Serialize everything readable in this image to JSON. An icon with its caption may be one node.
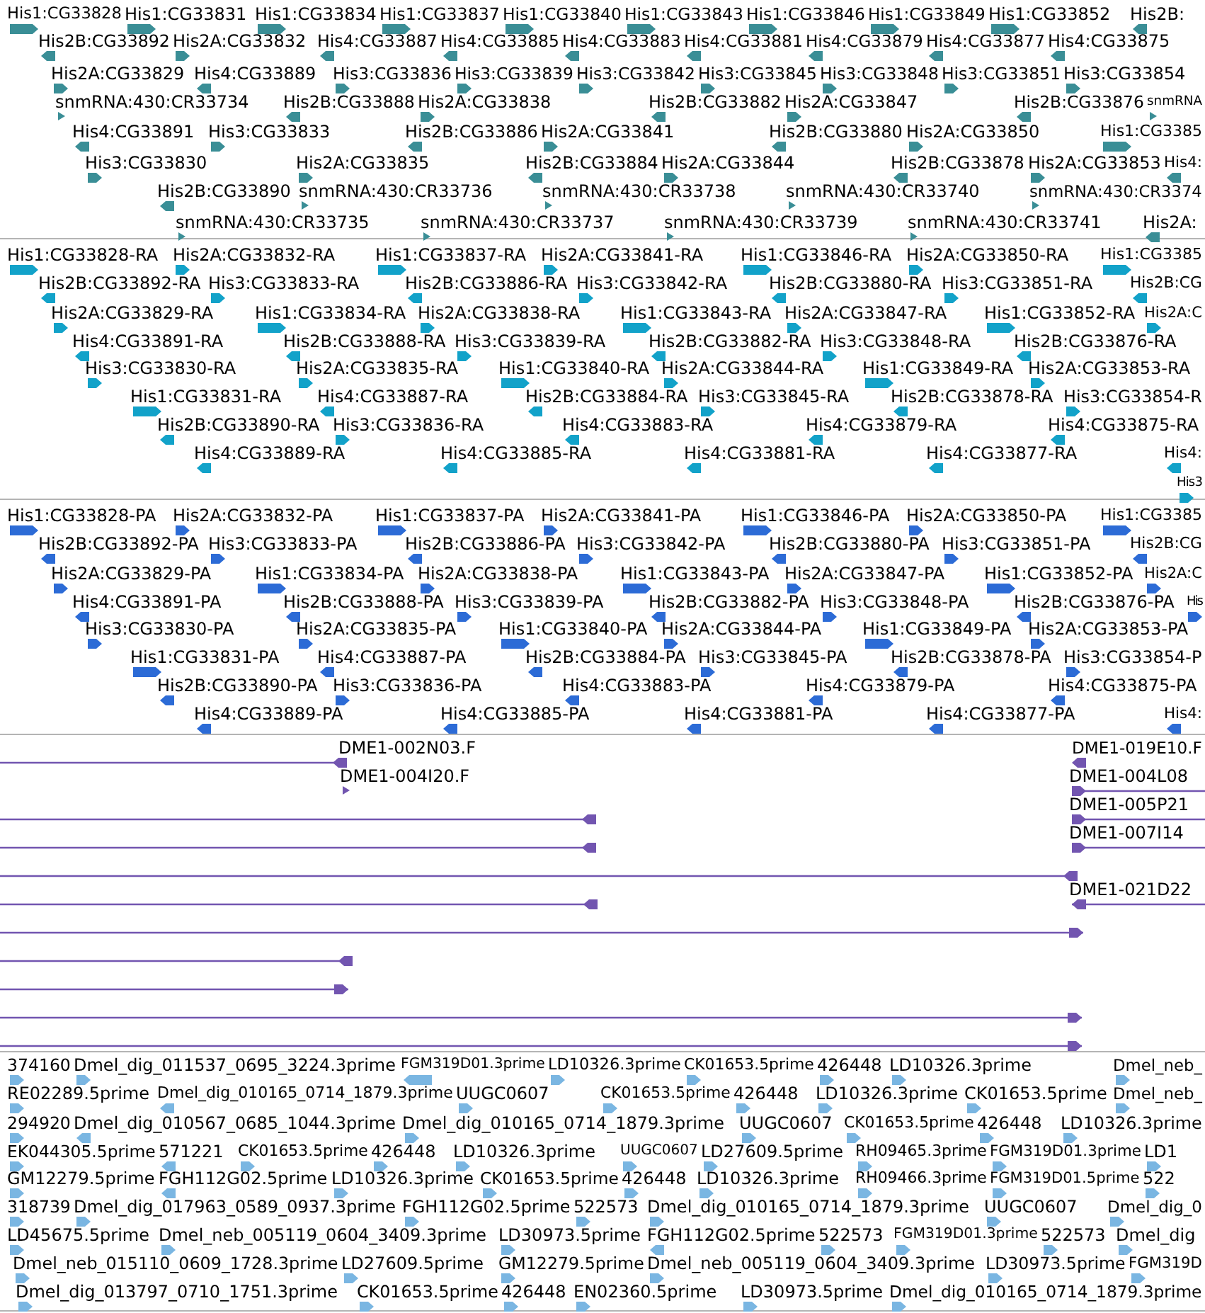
{
  "diagram": {
    "labels": [
      "His1:CG33828",
      "His1:CG33831",
      "His1:CG33834",
      "His1:CG33837",
      "His1:CG33840",
      "His1:CG33843",
      "His1:CG33846",
      "His1:CG33849",
      "His1:CG33852",
      "His2B:",
      "His2B:CG33892",
      "His2A:CG33832",
      "His4:CG33887",
      "His4:CG33885",
      "His4:CG33883",
      "His4:CG33881",
      "His4:CG33879",
      "His4:CG33877",
      "His4:CG33875",
      "His2A:CG33829",
      "His4:CG33889",
      "His3:CG33836",
      "His3:CG33839",
      "His3:CG33842",
      "His3:CG33845",
      "His3:CG33848",
      "His3:CG33851",
      "His3:CG33854",
      "snmRNA:430:CR33734",
      "His2B:CG33888",
      "His2A:CG33838",
      "His2B:CG33882",
      "His2A:CG33847",
      "His2B:CG33876",
      "snmRNA",
      "His4:CG33891",
      "His3:CG33833",
      "His2B:CG33886",
      "His2A:CG33841",
      "His2B:CG33880",
      "His2A:CG33850",
      "His1:CG3385",
      "His3:CG33830",
      "His2A:CG33835",
      "His2B:CG33884",
      "His2A:CG33844",
      "His2B:CG33878",
      "His2A:CG33853",
      "His4:",
      "His2B:CG33890",
      "snmRNA:430:CR33736",
      "snmRNA:430:CR33738",
      "snmRNA:430:CR33740",
      "snmRNA:430:CR3374",
      "snmRNA:430:CR33735",
      "snmRNA:430:CR33737",
      "snmRNA:430:CR33739",
      "snmRNA:430:CR33741",
      "His2A:",
      "His1:CG33828-RA",
      "His2A:CG33832-RA",
      "His1:CG33837-RA",
      "His2A:CG33841-RA",
      "His1:CG33846-RA",
      "His2A:CG33850-RA",
      "His1:CG3385",
      "His2B:CG33892-RA",
      "His3:CG33833-RA",
      "His2B:CG33886-RA",
      "His3:CG33842-RA",
      "His2B:CG33880-RA",
      "His3:CG33851-RA",
      "His2B:CG",
      "His2A:CG33829-RA",
      "His1:CG33834-RA",
      "His2A:CG33838-RA",
      "His1:CG33843-RA",
      "His2A:CG33847-RA",
      "His1:CG33852-RA",
      "His2A:C",
      "His4:CG33891-RA",
      "His2B:CG33888-RA",
      "His3:CG33839-RA",
      "His2B:CG33882-RA",
      "His3:CG33848-RA",
      "His2B:CG33876-RA",
      "His3:CG33830-RA",
      "His2A:CG33835-RA",
      "His1:CG33840-RA",
      "His2A:CG33844-RA",
      "His1:CG33849-RA",
      "His2A:CG33853-RA",
      "His1:CG33831-RA",
      "His4:CG33887-RA",
      "His2B:CG33884-RA",
      "His3:CG33845-RA",
      "His2B:CG33878-RA",
      "His3:CG33854-R",
      "His2B:CG33890-RA",
      "His3:CG33836-RA",
      "His4:CG33883-RA",
      "His4:CG33879-RA",
      "His4:CG33875-RA",
      "His4:CG33889-RA",
      "His4:CG33885-RA",
      "His4:CG33881-RA",
      "His4:CG33877-RA",
      "His4:",
      "His3",
      "His1:CG33828-PA",
      "His2A:CG33832-PA",
      "His1:CG33837-PA",
      "His2A:CG33841-PA",
      "His1:CG33846-PA",
      "His2A:CG33850-PA",
      "His1:CG3385",
      "His2B:CG33892-PA",
      "His3:CG33833-PA",
      "His2B:CG33886-PA",
      "His3:CG33842-PA",
      "His2B:CG33880-PA",
      "His3:CG33851-PA",
      "His2B:CG",
      "His2A:CG33829-PA",
      "His1:CG33834-PA",
      "His2A:CG33838-PA",
      "His1:CG33843-PA",
      "His2A:CG33847-PA",
      "His1:CG33852-PA",
      "His2A:C",
      "His4:CG33891-PA",
      "His2B:CG33888-PA",
      "His3:CG33839-PA",
      "His2B:CG33882-PA",
      "His3:CG33848-PA",
      "His2B:CG33876-PA",
      "His",
      "His3:CG33830-PA",
      "His2A:CG33835-PA",
      "His1:CG33840-PA",
      "His2A:CG33844-PA",
      "His1:CG33849-PA",
      "His2A:CG33853-PA",
      "His1:CG33831-PA",
      "His4:CG33887-PA",
      "His2B:CG33884-PA",
      "His3:CG33845-PA",
      "His2B:CG33878-PA",
      "His3:CG33854-P",
      "His2B:CG33890-PA",
      "His3:CG33836-PA",
      "His4:CG33883-PA",
      "His4:CG33879-PA",
      "His4:CG33875-PA",
      "His4:CG33889-PA",
      "His4:CG33885-PA",
      "His4:CG33881-PA",
      "His4:CG33877-PA",
      "His4:",
      "DME1-002N03.F",
      "DME1-019E10.F",
      "DME1-004I20.F",
      "DME1-004L08",
      "DME1-005P21",
      "DME1-007I14",
      "DME1-021D22",
      "374160",
      "Dmel_dig_011537_0695_3224.3prime",
      "FGM319D01.3prime",
      "LD10326.3prime",
      "CK01653.5prime",
      "426448",
      "LD10326.3prime",
      "Dmel_neb_",
      "RE02289.5prime",
      "Dmel_dig_010165_0714_1879.3prime",
      "UUGC0607",
      "CK01653.5prime",
      "426448",
      "LD10326.3prime",
      "CK01653.5prime",
      "Dmel_neb_",
      "294920",
      "Dmel_dig_010567_0685_1044.3prime",
      "Dmel_dig_010165_0714_1879.3prime",
      "UUGC0607",
      "CK01653.5prime",
      "426448",
      "LD10326.3prime",
      "EK044305.5prime",
      "571221",
      "CK01653.5prime",
      "426448",
      "LD10326.3prime",
      "UUGC0607",
      "LD27609.5prime",
      "RH09465.3prime",
      "FGM319D01.3prime",
      "LD1",
      "GM12279.5prime",
      "FGH112G02.5prime",
      "LD10326.3prime",
      "CK01653.5prime",
      "426448",
      "LD10326.3prime",
      "RH09466.3prime",
      "FGM319D01.5prime",
      "522",
      "318739",
      "Dmel_dig_017963_0589_0937.3prime",
      "FGH112G02.5prime",
      "522573",
      "Dmel_dig_010165_0714_1879.3prime",
      "UUGC0607",
      "Dmel_dig_0",
      "LD45675.5prime",
      "Dmel_neb_005119_0604_3409.3prime",
      "LD30973.5prime",
      "FGH112G02.5prime",
      "522573",
      "FGM319D01.3prime",
      "522573",
      "Dmel_dig",
      "Dmel_neb_015110_0609_1728.3prime",
      "LD27609.5prime",
      "GM12279.5prime",
      "Dmel_neb_005119_0604_3409.3prime",
      "LD30973.5prime",
      "FGM319D",
      "Dmel_dig_013797_0710_1751.3prime",
      "CK01653.5prime",
      "426448",
      "EN02360.5prime",
      "LD30973.5prime",
      "Dmel_dig_010165_0714_1879.3prime"
    ]
  }
}
